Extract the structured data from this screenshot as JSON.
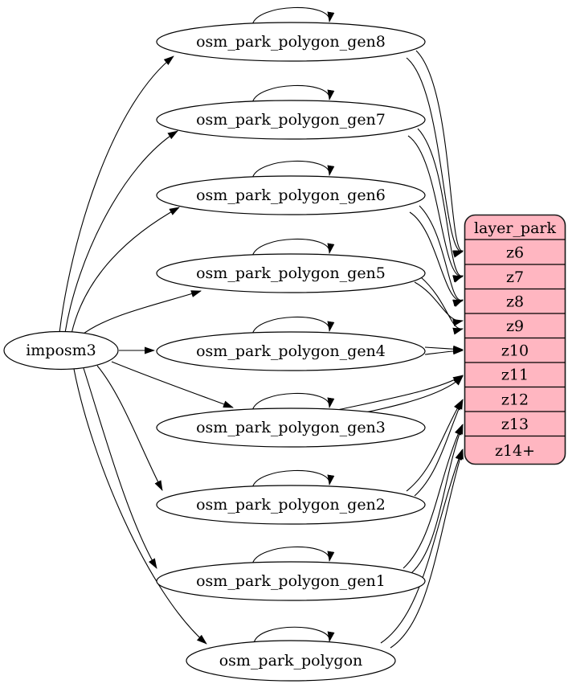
{
  "diagram": {
    "source": {
      "label": "imposm3"
    },
    "tables": [
      {
        "label": "osm_park_polygon_gen8",
        "zoom": "z6"
      },
      {
        "label": "osm_park_polygon_gen7",
        "zoom": "z7"
      },
      {
        "label": "osm_park_polygon_gen6",
        "zoom": "z8"
      },
      {
        "label": "osm_park_polygon_gen5",
        "zoom": "z9"
      },
      {
        "label": "osm_park_polygon_gen4",
        "zoom": "z10"
      },
      {
        "label": "osm_park_polygon_gen3",
        "zoom": "z11"
      },
      {
        "label": "osm_park_polygon_gen2",
        "zoom": "z12"
      },
      {
        "label": "osm_park_polygon_gen1",
        "zoom": "z13"
      },
      {
        "label": "osm_park_polygon",
        "zoom": "z14+"
      }
    ],
    "record": {
      "title": "layer_park",
      "rows": [
        "z6",
        "z7",
        "z8",
        "z9",
        "z10",
        "z11",
        "z12",
        "z13",
        "z14+"
      ]
    },
    "colors": {
      "record_fill": "#ffb6c1",
      "record_border": "#1a1a1a",
      "node_fill": "#ffffff",
      "edge": "#000000"
    }
  }
}
